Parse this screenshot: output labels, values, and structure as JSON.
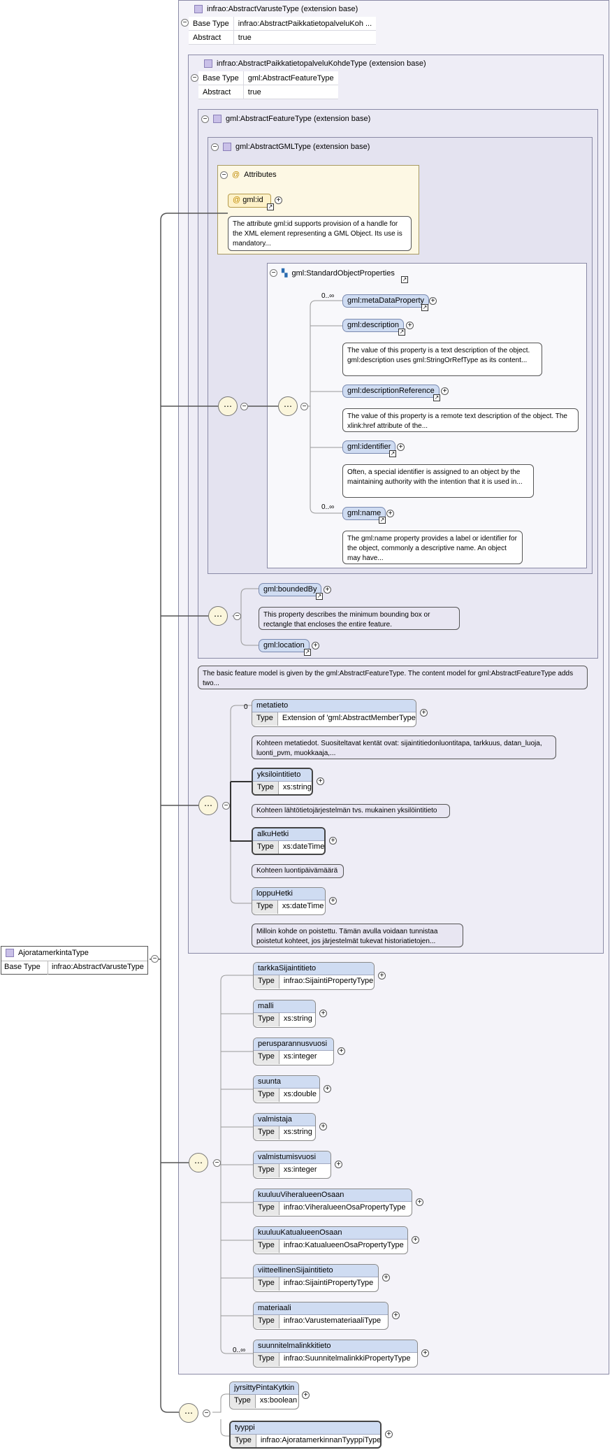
{
  "root": {
    "name": "AjoratamerkintaType",
    "base_label": "Base Type",
    "base_value": "infrao:AbstractVarusteType"
  },
  "varuste": {
    "header": "infrao:AbstractVarusteType (extension base)",
    "base_label": "Base Type",
    "base_value": "infrao:AbstractPaikkatietopalveluKoh ...",
    "abstract_label": "Abstract",
    "abstract_value": "true"
  },
  "paikka": {
    "header": "infrao:AbstractPaikkatietopalveluKohdeType (extension base)",
    "base_label": "Base Type",
    "base_value": "gml:AbstractFeatureType",
    "abstract_label": "Abstract",
    "abstract_value": "true"
  },
  "feature": {
    "header": "gml:AbstractFeatureType (extension base)",
    "note": "The basic feature model is given by the gml:AbstractFeatureType. The content model for gml:AbstractFeatureType adds two..."
  },
  "gmltype": {
    "header": "gml:AbstractGMLType (extension base)"
  },
  "attributes": {
    "header": "Attributes",
    "id_label": "gml:id",
    "id_note": "The attribute gml:id supports provision of a handle for the XML element representing a GML Object. Its use is mandatory..."
  },
  "sop": {
    "header": "gml:StandardObjectProperties",
    "items": [
      {
        "name": "gml:metaDataProperty",
        "card": "0..∞",
        "note": ""
      },
      {
        "name": "gml:description",
        "card": "",
        "note": "The value of this property is a text description of the object. gml:description uses gml:StringOrRefType as its content..."
      },
      {
        "name": "gml:descriptionReference",
        "card": "",
        "note": "The value of this property is a remote text description of the object. The xlink:href attribute of the..."
      },
      {
        "name": "gml:identifier",
        "card": "",
        "note": "Often, a special identifier is assigned to an object by the maintaining authority with the intention that it is used in..."
      },
      {
        "name": "gml:name",
        "card": "0..∞",
        "note": "The gml:name property provides a label or identifier for the object, commonly a descriptive name. An object may have..."
      }
    ]
  },
  "bounded": {
    "name": "gml:boundedBy",
    "note": "This property describes the minimum bounding box or rectangle that encloses the entire feature.",
    "location": "gml:location"
  },
  "paikka_elems": [
    {
      "name": "metatieto",
      "type_label": "Type",
      "type": "Extension of 'gml:AbstractMemberType'",
      "card": "0",
      "note": "Kohteen metatiedot. Suositeltavat kentät ovat: sijaintitiedonluontitapa, tarkkuus, datan_luoja, luonti_pvm, muokkaaja,..."
    },
    {
      "name": "yksilointitieto",
      "type_label": "Type",
      "type": "xs:string",
      "card": "",
      "note": "Kohteen lähtötietojärjestelmän tvs. mukainen yksilöintitieto"
    },
    {
      "name": "alkuHetki",
      "type_label": "Type",
      "type": "xs:dateTime",
      "card": "",
      "note": "Kohteen luontipäivämäärä"
    },
    {
      "name": "loppuHetki",
      "type_label": "Type",
      "type": "xs:dateTime",
      "card": "",
      "note": "Milloin kohde on poistettu. Tämän avulla voidaan tunnistaa poistetut kohteet, jos järjestelmät tukevat historiatietojen..."
    }
  ],
  "varuste_elems": [
    {
      "name": "tarkkaSijaintitieto",
      "type_label": "Type",
      "type": "infrao:SijaintiPropertyType",
      "card": ""
    },
    {
      "name": "malli",
      "type_label": "Type",
      "type": "xs:string",
      "card": ""
    },
    {
      "name": "perusparannusvuosi",
      "type_label": "Type",
      "type": "xs:integer",
      "card": ""
    },
    {
      "name": "suunta",
      "type_label": "Type",
      "type": "xs:double",
      "card": ""
    },
    {
      "name": "valmistaja",
      "type_label": "Type",
      "type": "xs:string",
      "card": ""
    },
    {
      "name": "valmistumisvuosi",
      "type_label": "Type",
      "type": "xs:integer",
      "card": ""
    },
    {
      "name": "kuuluuViheralueenOsaan",
      "type_label": "Type",
      "type": "infrao:ViheralueenOsaPropertyType",
      "card": ""
    },
    {
      "name": "kuuluuKatualueenOsaan",
      "type_label": "Type",
      "type": "infrao:KatualueenOsaPropertyType",
      "card": ""
    },
    {
      "name": "viitteellinenSijaintitieto",
      "type_label": "Type",
      "type": "infrao:SijaintiPropertyType",
      "card": ""
    },
    {
      "name": "materiaali",
      "type_label": "Type",
      "type": "infrao:VarustemateriaaliType",
      "card": ""
    },
    {
      "name": "suunnitelmalinkkitieto",
      "type_label": "Type",
      "type": "infrao:SuunnitelmalinkkiPropertyType",
      "card": "0..∞"
    }
  ],
  "own_elems": [
    {
      "name": "jyrsittyPintaKytkin",
      "type_label": "Type",
      "type": "xs:boolean"
    },
    {
      "name": "tyyppi",
      "type_label": "Type",
      "type": "infrao:AjoratamerkinnanTyyppiType"
    }
  ],
  "colors": {
    "element_header": "#cfdcf2",
    "attributes_bg": "#fdf8e4",
    "frame_bg": "#f1f0f8"
  }
}
